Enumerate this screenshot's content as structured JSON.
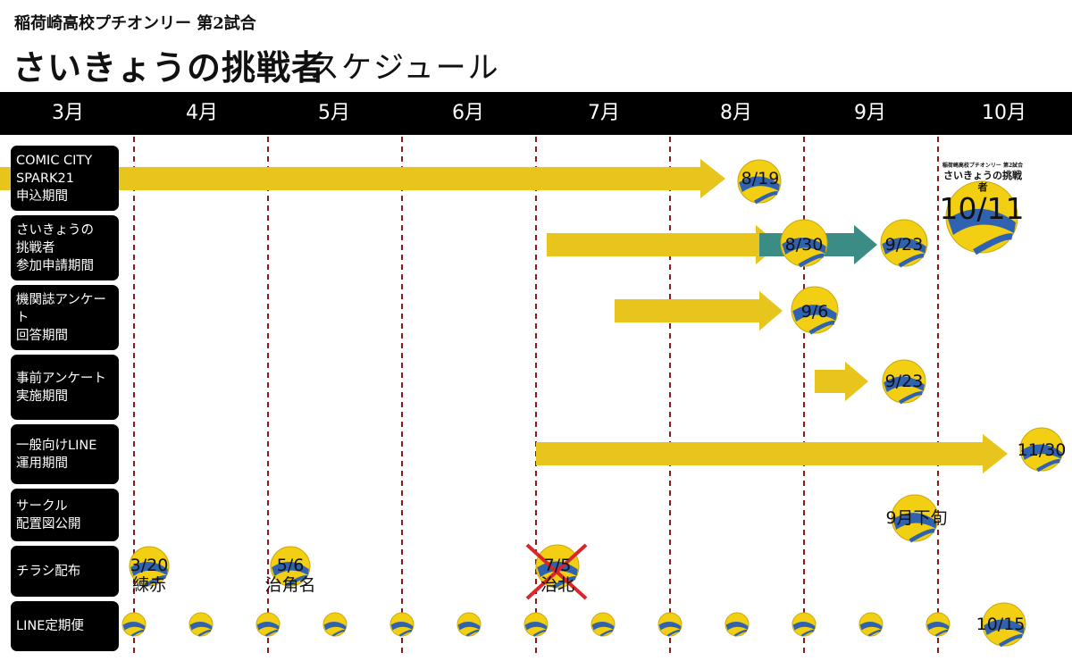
{
  "header": {
    "subtitle": "稲荷崎高校プチオンリー 第2試合",
    "title": "さいきょうの挑戦者",
    "schedule_label": "スケジュール"
  },
  "months": [
    "3月",
    "4月",
    "5月",
    "6月",
    "7月",
    "8月",
    "9月",
    "10月"
  ],
  "rows": [
    {
      "label": "COMIC CITY\nSPARK21\n申込期間"
    },
    {
      "label": "さいきょうの\n挑戦者\n参加申請期間"
    },
    {
      "label": "機関誌アンケート\n回答期間"
    },
    {
      "label": "事前アンケート\n実施期間"
    },
    {
      "label": "一般向けLINE\n運用期間"
    },
    {
      "label": "サークル\n配置図公開"
    },
    {
      "label": "チラシ配布"
    },
    {
      "label": "LINE定期便"
    }
  ],
  "ball_labels": {
    "spark_deadline": "8/19",
    "event_date": "10/11",
    "apply_mid": "8/30",
    "apply_end": "9/23",
    "journal_end": "9/6",
    "survey_end": "9/23",
    "line_end": "11/30",
    "layout_release": "9月下旬",
    "flyer1": "3/20\n練赤",
    "flyer2": "5/6\n治角名",
    "flyer3": "7/5\n治北",
    "line_last": "10/15"
  },
  "mini_logo": {
    "line1": "稲荷崎高校プチオンリー 第2試合",
    "line2": "さいきょうの挑戦者"
  },
  "colors": {
    "arrow": "#e8c51d",
    "teal": "#3a8c84",
    "ball_yellow": "#f2cf12",
    "ball_blue": "#2f62b0",
    "grid": "#8b1a1a"
  }
}
